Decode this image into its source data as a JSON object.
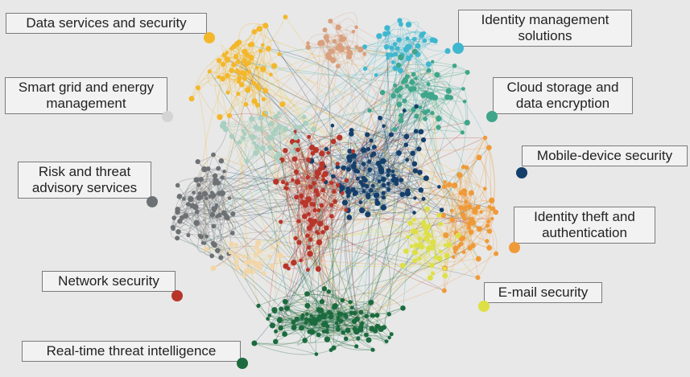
{
  "clusters": [
    {
      "id": "data-services",
      "label": "Data services and security",
      "color": "#f3b72b"
    },
    {
      "id": "identity-mgmt",
      "label": "Identity management solutions",
      "color": "#3fb7cf"
    },
    {
      "id": "smart-grid",
      "label": "Smart grid and energy management",
      "color": "#d4d4d4"
    },
    {
      "id": "cloud-storage",
      "label": "Cloud storage and data encryption",
      "color": "#3fa68a"
    },
    {
      "id": "mobile-device",
      "label": "Mobile-device security",
      "color": "#153f6b"
    },
    {
      "id": "risk-threat",
      "label": "Risk and threat advisory services",
      "color": "#6d7173"
    },
    {
      "id": "identity-theft",
      "label": "Identity theft and authentication",
      "color": "#ef9a38"
    },
    {
      "id": "network-security",
      "label": "Network security",
      "color": "#b8352a"
    },
    {
      "id": "email-security",
      "label": "E-mail security",
      "color": "#dde045"
    },
    {
      "id": "realtime-threat",
      "label": "Real-time threat intelligence",
      "color": "#1c6b3e"
    }
  ],
  "extra_node_colors": [
    "#a9cfc0",
    "#d9a07e",
    "#f2d6a8"
  ]
}
